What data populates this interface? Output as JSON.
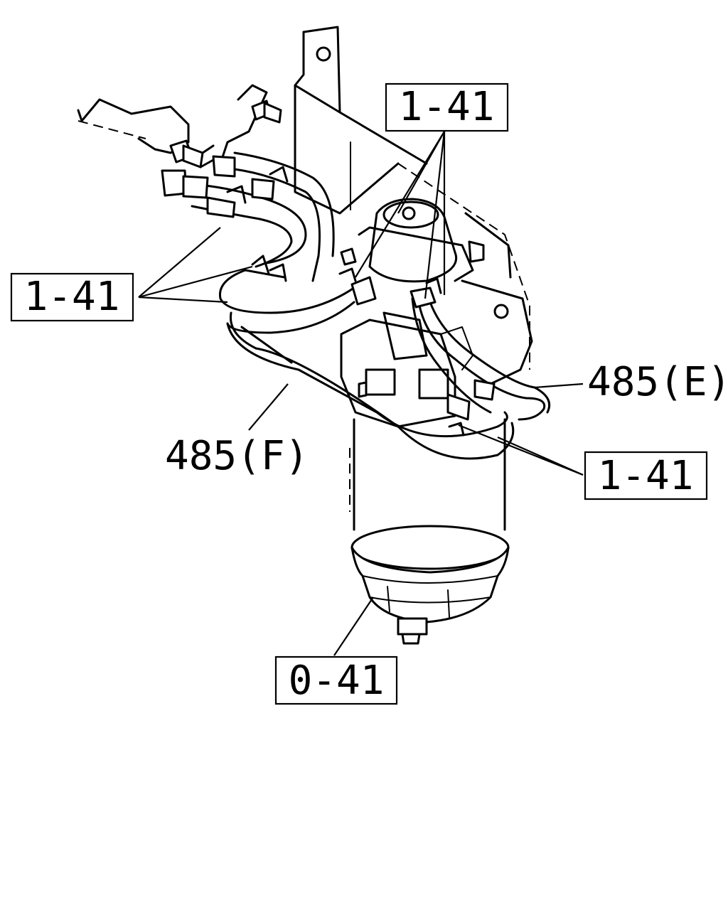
{
  "callouts": {
    "hose_clip_top": "1-41",
    "hose_clip_left": "1-41",
    "hose_clip_right": "1-41",
    "filter_element": "0-41",
    "hose_e": "485(E)",
    "hose_f": "485(F)"
  },
  "colors": {
    "line": "#000000",
    "background": "#ffffff"
  }
}
